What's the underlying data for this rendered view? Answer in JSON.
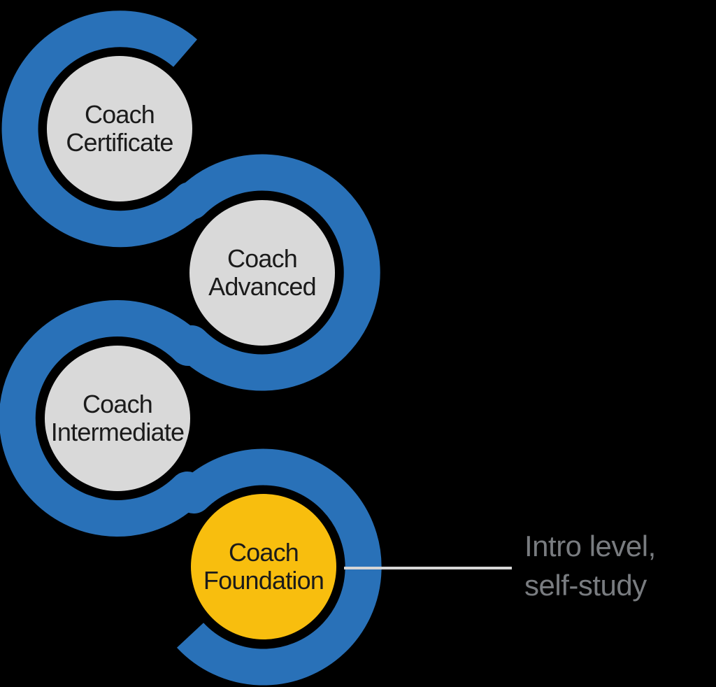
{
  "diagram": {
    "description_nodes": "coaching qualification pathway, four levels on an S-shaped flow",
    "nodes": [
      {
        "id": "coach-certificate",
        "line1": "Coach",
        "line2": "Certificate",
        "highlight": false
      },
      {
        "id": "coach-advanced",
        "line1": "Coach",
        "line2": "Advanced",
        "highlight": false
      },
      {
        "id": "coach-intermediate",
        "line1": "Coach",
        "line2": "Intermediate",
        "highlight": false
      },
      {
        "id": "coach-foundation",
        "line1": "Coach",
        "line2": "Foundation",
        "highlight": true
      }
    ]
  },
  "annotation": {
    "line1": "Intro level,",
    "line2": "self-study",
    "target": "coach-foundation"
  },
  "colors": {
    "background": "#000000",
    "path_blue": "#2971B8",
    "node_gray": "#D9D9D9",
    "node_yellow": "#F8BE0E",
    "node_text": "#1B1B1B",
    "connector_line": "#D6D6D6",
    "annotation_text": "#797C80"
  }
}
